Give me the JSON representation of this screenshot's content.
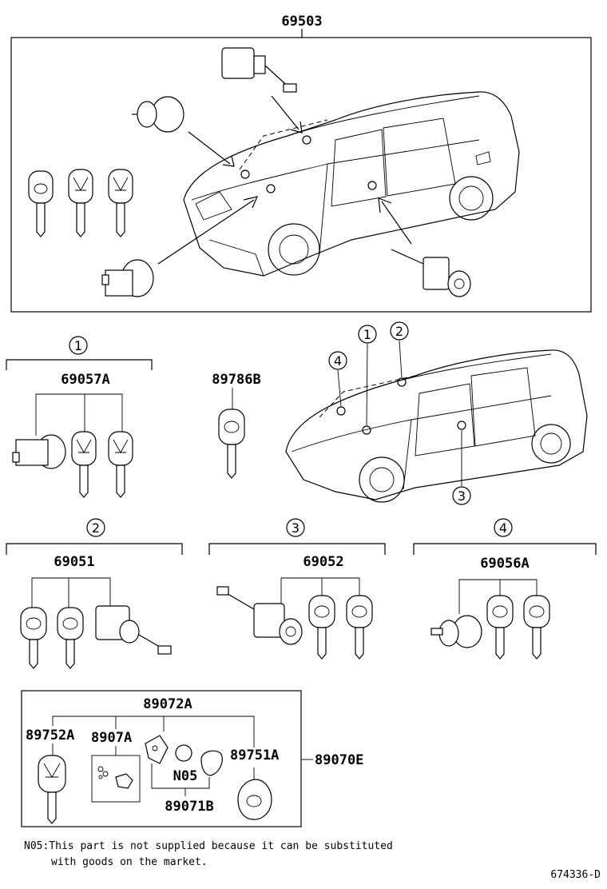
{
  "callouts": {
    "c69503": "69503",
    "c69057A": "69057A",
    "c89786B": "89786B",
    "c69051": "69051",
    "c69052": "69052",
    "c69056A": "69056A",
    "c89072A": "89072A",
    "c89752A": "89752A",
    "c8907A": "8907A",
    "c89751A": "89751A",
    "c89070E": "89070E",
    "cN05": "N05",
    "c89071B": "89071B"
  },
  "markers": {
    "m1": "1",
    "m2": "2",
    "m3": "3",
    "m4": "4"
  },
  "note": {
    "line1": "N05:This part is not supplied because it can be substituted",
    "line2": "with goods on the market."
  },
  "diagram_code": "674336-D"
}
